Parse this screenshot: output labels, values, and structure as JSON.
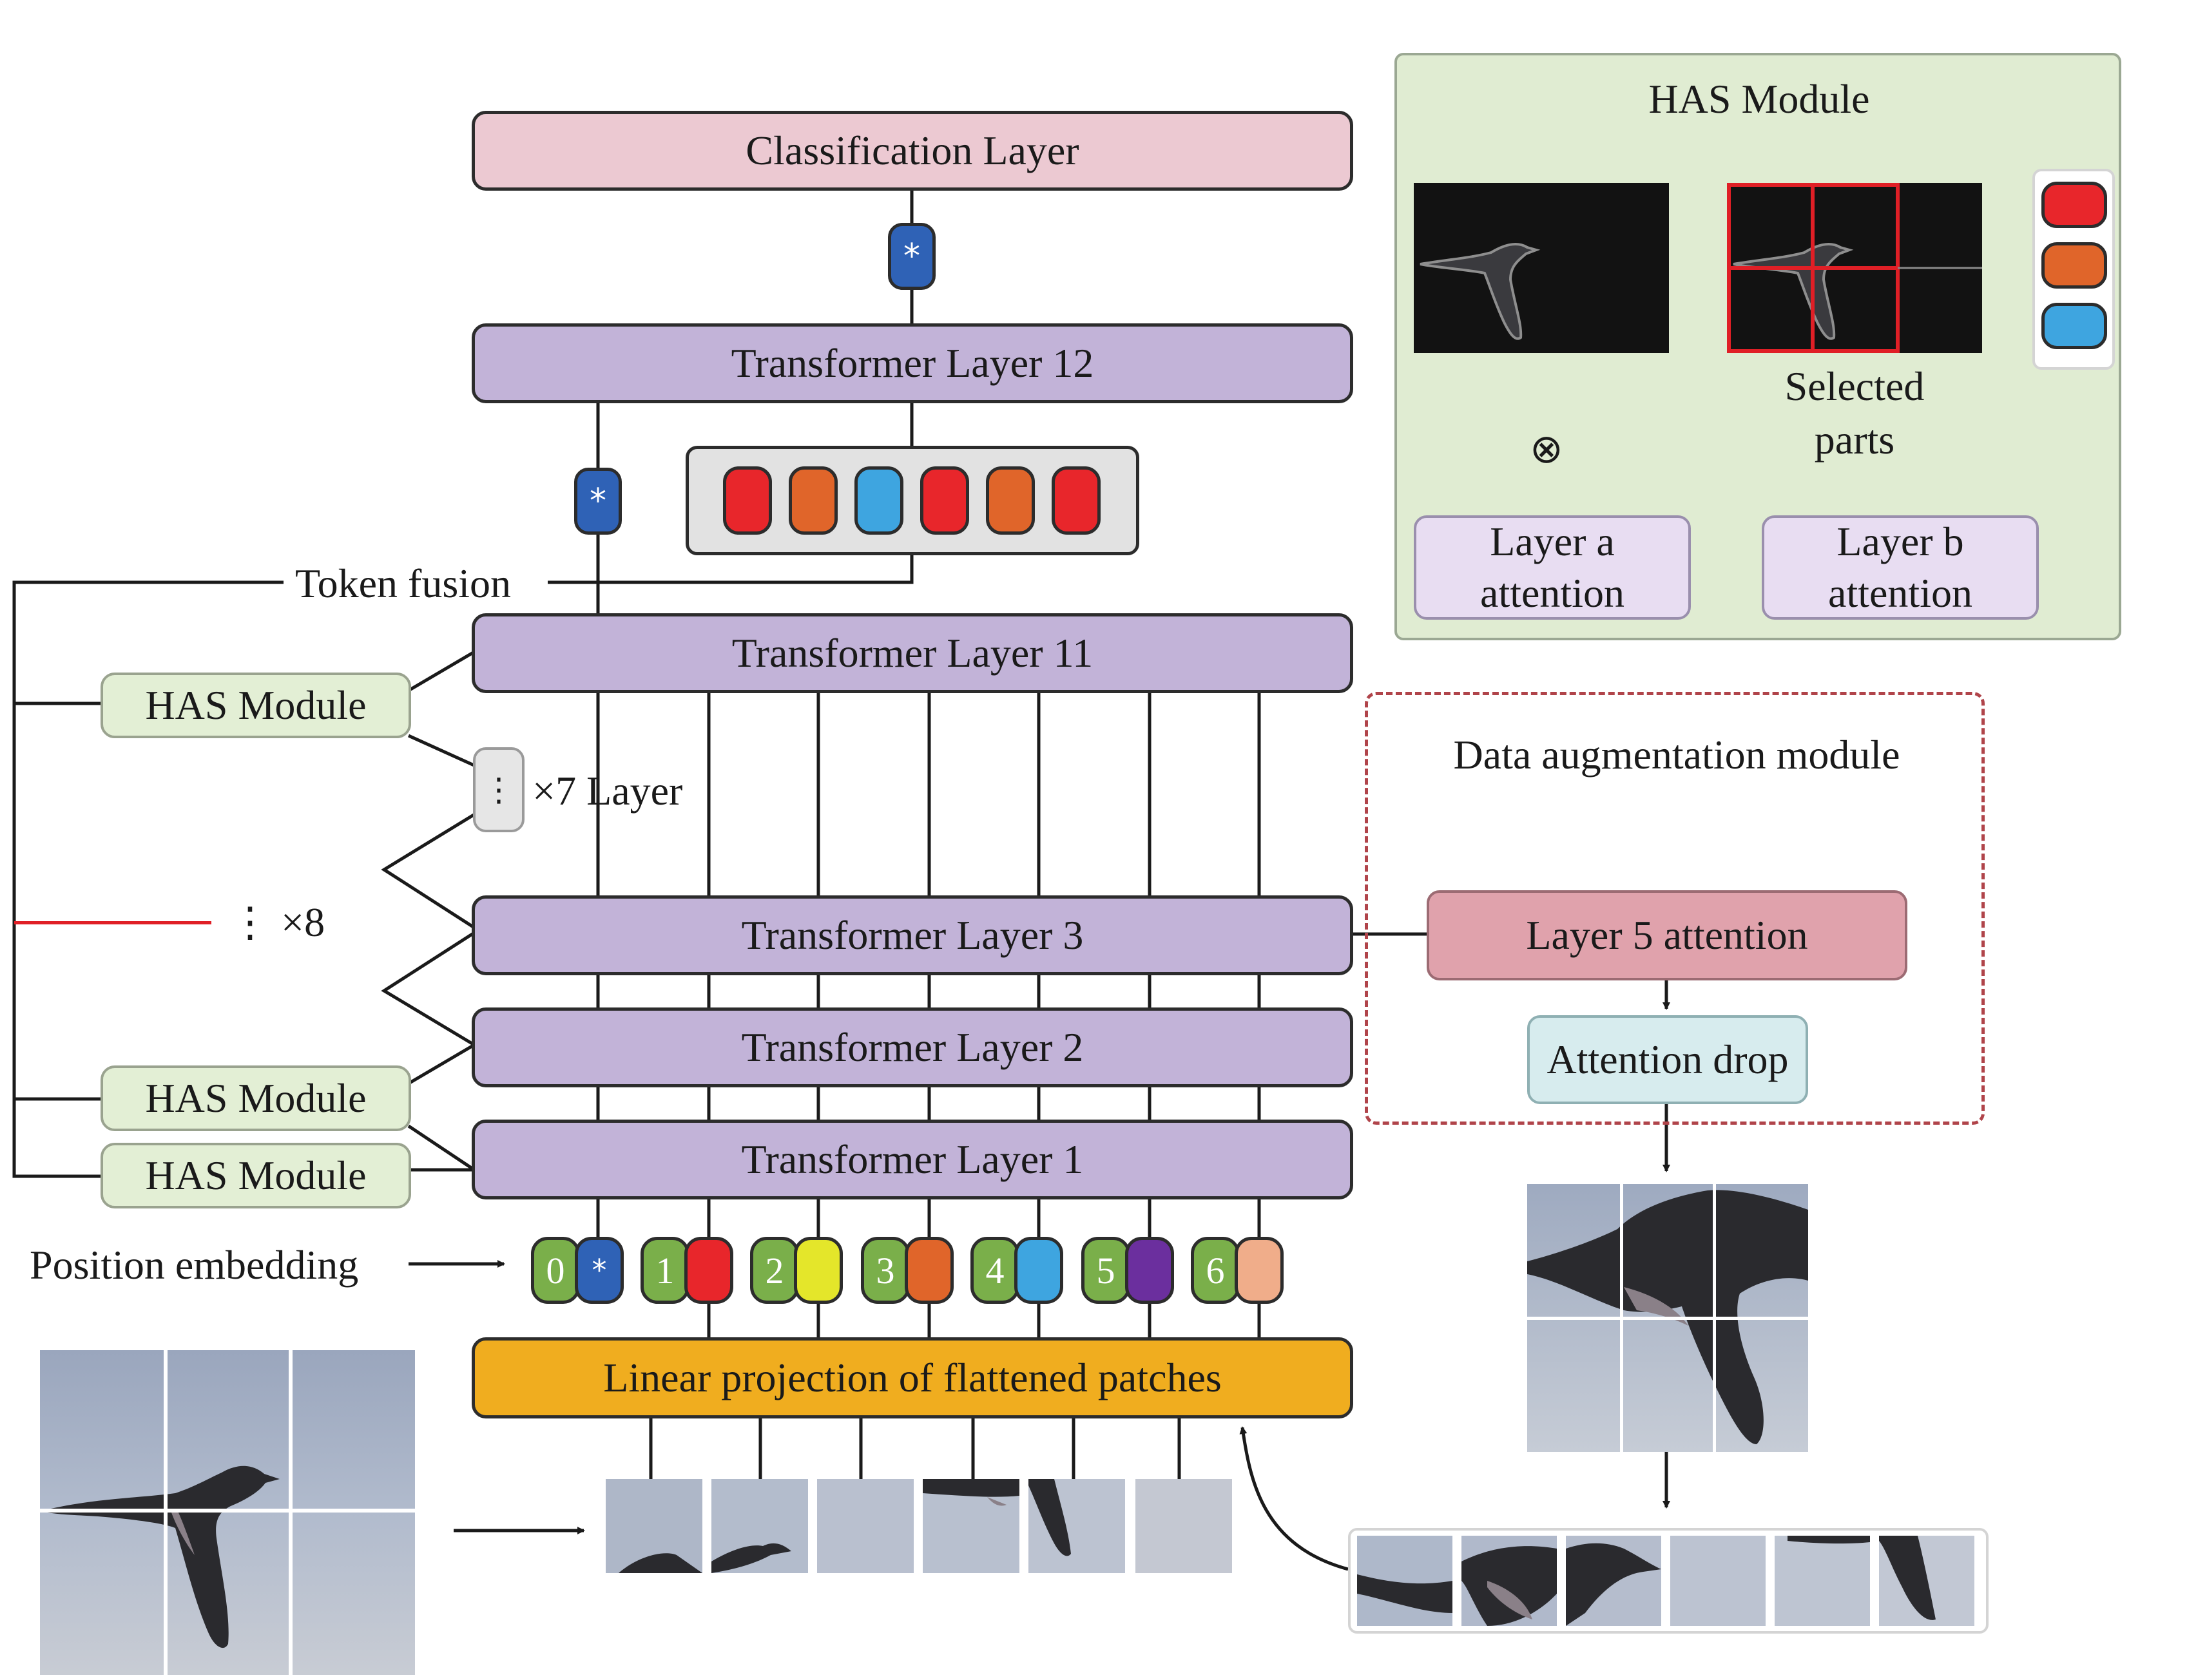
{
  "layers": {
    "classification": "Classification Layer",
    "t12": "Transformer Layer 12",
    "t11": "Transformer Layer 11",
    "t3": "Transformer Layer 3",
    "t2": "Transformer Layer 2",
    "t1": "Transformer Layer 1",
    "linear_projection": "Linear projection of flattened patches"
  },
  "labels": {
    "token_fusion": "Token fusion",
    "x7_layer": "×7 Layer",
    "x8": "⋮ ×8",
    "vertical_dots": "⋮",
    "position_embedding": "Position embedding",
    "has_module": "HAS Module",
    "class_token_symbol": "*"
  },
  "has_panel": {
    "title": "HAS Module",
    "selected_parts": "Selected parts",
    "multiply_symbol": "⊗",
    "layer_a_attention": "Layer a attention",
    "layer_b_attention": "Layer b attention",
    "part_token_colors": [
      "#e8262b",
      "#e0652a",
      "#3ea5e0"
    ]
  },
  "augmentation": {
    "title": "Data augmentation module",
    "layer5_attention": "Layer 5 attention",
    "attention_drop": "Attention drop"
  },
  "selected_token_colors": [
    "#e8262b",
    "#e0652a",
    "#3ea5e0",
    "#e8262b",
    "#e0652a",
    "#e8262b"
  ],
  "position_tokens": [
    {
      "index": "0",
      "patch_color": "#2f62b6",
      "patch_symbol": "*"
    },
    {
      "index": "1",
      "patch_color": "#e8262b",
      "patch_symbol": ""
    },
    {
      "index": "2",
      "patch_color": "#e4e62a",
      "patch_symbol": ""
    },
    {
      "index": "3",
      "patch_color": "#e0652a",
      "patch_symbol": ""
    },
    {
      "index": "4",
      "patch_color": "#3ea5e0",
      "patch_symbol": ""
    },
    {
      "index": "5",
      "patch_color": "#6b2f9e",
      "patch_symbol": ""
    },
    {
      "index": "6",
      "patch_color": "#f0ad8a",
      "patch_symbol": ""
    }
  ],
  "position_index_color": "#7aaf4a",
  "colors": {
    "transformer_layer": "#c2b3d8",
    "classification_layer": "#ecc9d2",
    "linear_projection": "#f0ad1f",
    "has_module": "#e3efd5",
    "layer5_attention": "#e0a2ac",
    "attention_drop": "#d7ecee",
    "class_token": "#2f62b6",
    "has_panel_background": "#e0ecd2"
  }
}
